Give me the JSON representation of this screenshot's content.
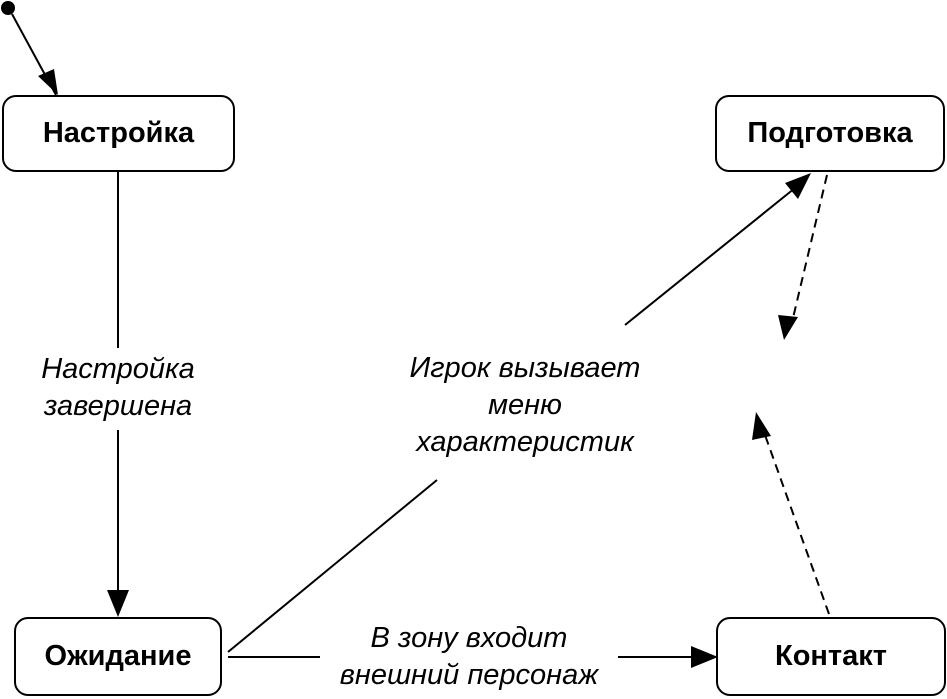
{
  "states": {
    "setup": "Настройка",
    "preparation": "Подготовка",
    "waiting": "Ожидание",
    "contact": "Контакт"
  },
  "transitions": {
    "setup_done": [
      "Настройка",
      "завершена"
    ],
    "player_menu": [
      "Игрок вызывает",
      "меню",
      "характеристик"
    ],
    "character_enters": [
      "В зону входит",
      "внешний персонаж"
    ]
  }
}
